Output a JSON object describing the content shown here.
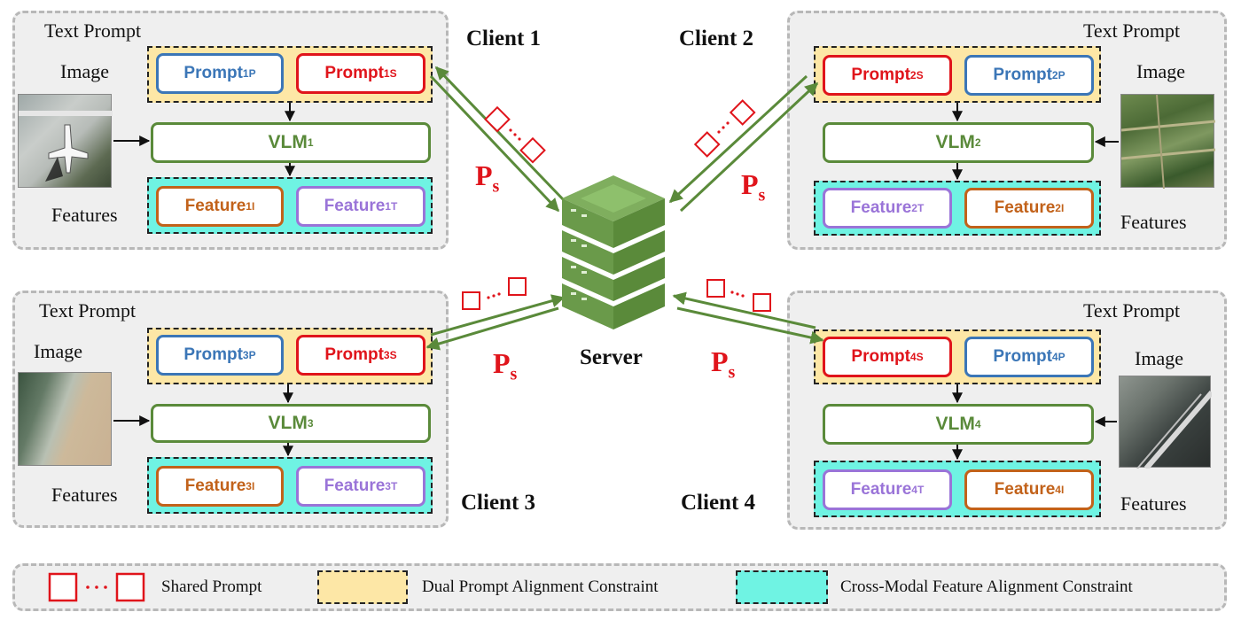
{
  "clients": [
    {
      "title": "Client 1",
      "text_prompt": "Text Prompt",
      "image_label": "Image",
      "features_label": "Features",
      "prompt_p": "Prompt",
      "prompt_p_sub": "1",
      "prompt_p_sup": "P",
      "prompt_s": "Prompt",
      "prompt_s_sub": "1",
      "prompt_s_sup": "S",
      "vlm": "VLM",
      "vlm_sub": "1",
      "feat_i": "Feature",
      "feat_i_sub": "1",
      "feat_i_sup": "I",
      "feat_t": "Feature",
      "feat_t_sub": "1",
      "feat_t_sup": "T"
    },
    {
      "title": "Client 2",
      "text_prompt": "Text Prompt",
      "image_label": "Image",
      "features_label": "Features",
      "prompt_p": "Prompt",
      "prompt_p_sub": "2",
      "prompt_p_sup": "P",
      "prompt_s": "Prompt",
      "prompt_s_sub": "2",
      "prompt_s_sup": "S",
      "vlm": "VLM",
      "vlm_sub": "2",
      "feat_i": "Feature",
      "feat_i_sub": "2",
      "feat_i_sup": "I",
      "feat_t": "Feature",
      "feat_t_sub": "2",
      "feat_t_sup": "T"
    },
    {
      "title": "Client 3",
      "text_prompt": "Text Prompt",
      "image_label": "Image",
      "features_label": "Features",
      "prompt_p": "Prompt",
      "prompt_p_sub": "3",
      "prompt_p_sup": "P",
      "prompt_s": "Prompt",
      "prompt_s_sub": "3",
      "prompt_s_sup": "S",
      "vlm": "VLM",
      "vlm_sub": "3",
      "feat_i": "Feature",
      "feat_i_sub": "3",
      "feat_i_sup": "I",
      "feat_t": "Feature",
      "feat_t_sub": "3",
      "feat_t_sup": "T"
    },
    {
      "title": "Client 4",
      "text_prompt": "Text Prompt",
      "image_label": "Image",
      "features_label": "Features",
      "prompt_p": "Prompt",
      "prompt_p_sub": "4",
      "prompt_p_sup": "P",
      "prompt_s": "Prompt",
      "prompt_s_sub": "4",
      "prompt_s_sup": "S",
      "vlm": "VLM",
      "vlm_sub": "4",
      "feat_i": "Feature",
      "feat_i_sub": "4",
      "feat_i_sup": "I",
      "feat_t": "Feature",
      "feat_t_sub": "4",
      "feat_t_sup": "T"
    }
  ],
  "server": {
    "label": "Server",
    "ps_main": "P",
    "ps_sub": "s",
    "ellipsis": "···"
  },
  "legend": {
    "shared_prompt": "Shared Prompt",
    "dual": "Dual Prompt Alignment Constraint",
    "cross": "Cross-Modal Feature Alignment Constraint",
    "ellipsis": "···"
  },
  "colors": {
    "red": "#e0141b",
    "blue": "#3b76b7",
    "orange": "#c2621a",
    "purple": "#9a74d8",
    "green": "#5a8a3a",
    "yellow_band": "#fde7a6",
    "cyan_band": "#6ff3e3"
  }
}
